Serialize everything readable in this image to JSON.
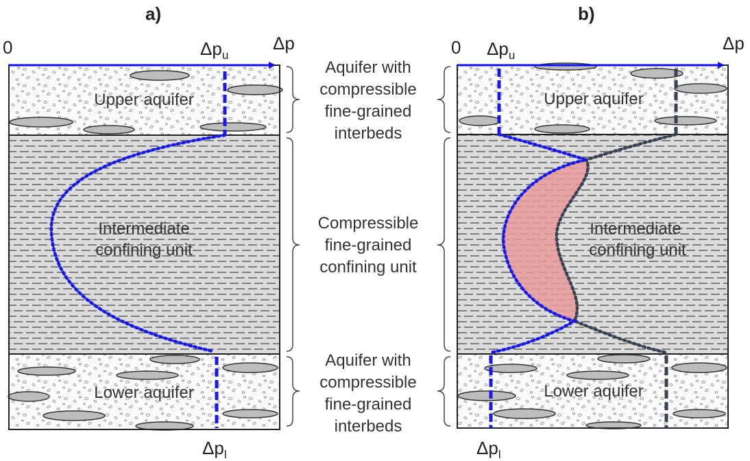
{
  "panels": [
    {
      "title": "a)",
      "origin_label": "0",
      "axis_label": "Δp",
      "upper_pressure_label": {
        "main": "Δp",
        "sub": "u"
      },
      "lower_pressure_label": {
        "main": "Δp",
        "sub": "l"
      },
      "layers": {
        "upper": "Upper aquifer",
        "middle": [
          "Intermediate",
          "confining unit"
        ],
        "lower": "Lower aquifer"
      }
    },
    {
      "title": "b)",
      "origin_label": "0",
      "axis_label": "Δp",
      "upper_pressure_label": {
        "main": "Δp",
        "sub": "u"
      },
      "lower_pressure_label": {
        "main": "Δp",
        "sub": "l"
      },
      "layers": {
        "upper": "Upper aquifer",
        "middle": [
          "Intermediate",
          "confining unit"
        ],
        "lower": "Lower aquifer"
      }
    }
  ],
  "side_labels": {
    "top": [
      "Aquifer with",
      "compressible",
      "fine-grained",
      "interbeds"
    ],
    "middle": [
      "Compressible",
      "fine-grained",
      "confining unit"
    ],
    "bottom": [
      "Aquifer with",
      "compressible",
      "fine-grained",
      "interbeds"
    ]
  },
  "colors": {
    "axis": "#1010e8",
    "profile_blue": "#1a1ae6",
    "profile_dark": "#3a4150",
    "shaded_region": "#e89a9a",
    "clay_fill": "#d9d9d9",
    "lens_fill": "#bdbdbd"
  }
}
